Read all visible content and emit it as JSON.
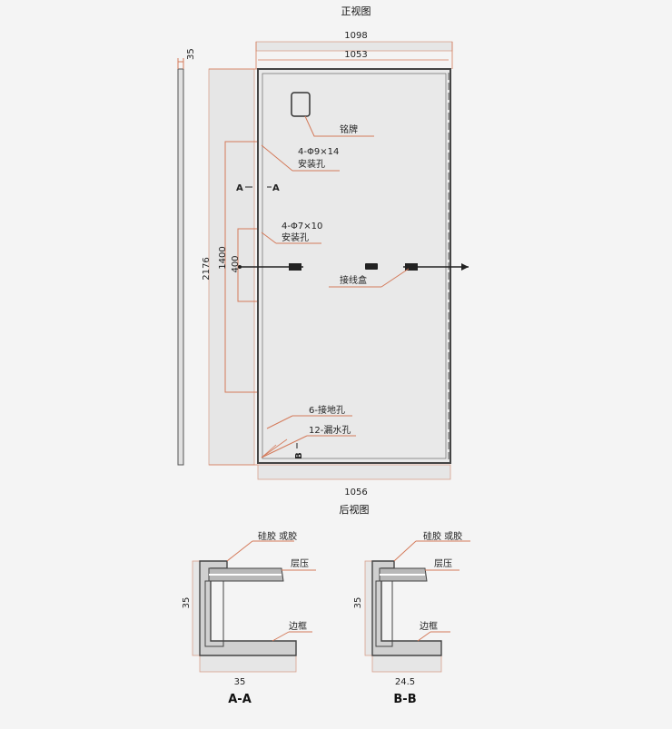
{
  "titles": {
    "front_view": "正视图",
    "back_view": "后视图"
  },
  "dimensions": {
    "overall_width": "1098",
    "frame_width": "1053",
    "bottom_width": "1056",
    "thickness": "35",
    "overall_length": "2176",
    "hole_spacing_outer": "1400",
    "hole_spacing_inner": "400"
  },
  "callouts": {
    "nameplate": "铭牌",
    "mount_hole_size": "4-Φ9×14",
    "mount_hole_label": "安装孔",
    "mount_hole2_size": "4-Φ7×10",
    "mount_hole2_label": "安装孔",
    "junction_box": "接线盒",
    "ground_hole": "6-接地孔",
    "drain_hole": "12-漏水孔"
  },
  "section_markers": {
    "a_left": "A",
    "a_right": "A",
    "b": "B"
  },
  "sections": {
    "aa": {
      "height": "35",
      "width": "35",
      "label": "A-A",
      "callout_top": "硅胶 或胶",
      "callout_middle": "层压",
      "callout_bottom": "边框"
    },
    "bb": {
      "height": "35",
      "width": "24.5",
      "label": "B-B",
      "callout_top": "硅胶 或胶",
      "callout_middle": "层压",
      "callout_bottom": "边框"
    }
  },
  "colors": {
    "dimension_line": "#d47a5a",
    "outline": "#444444",
    "panel_fill": "#e9e9e9",
    "frame_fill": "#d0d0d0"
  }
}
